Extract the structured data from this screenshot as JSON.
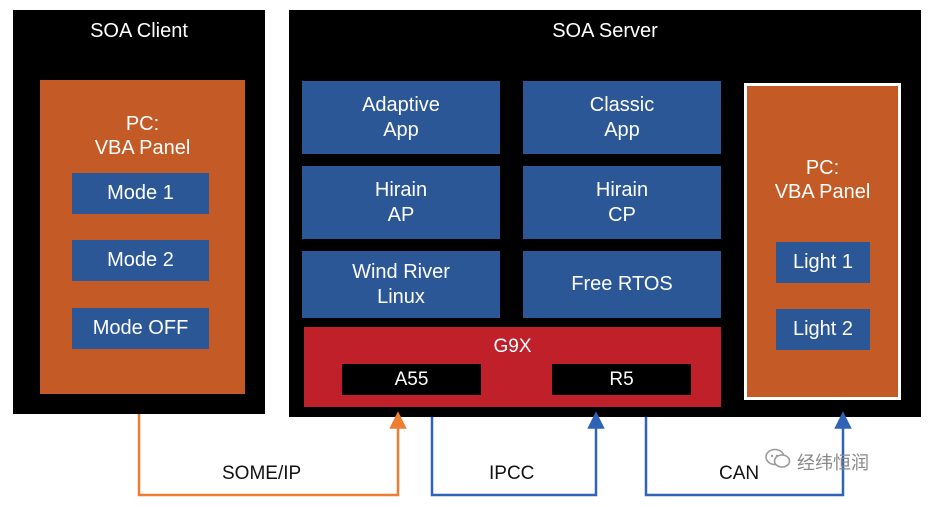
{
  "client": {
    "title": "SOA Client",
    "panel_title": "PC:\nVBA Panel",
    "buttons": [
      "Mode 1",
      "Mode 2",
      "Mode OFF"
    ]
  },
  "server": {
    "title": "SOA Server",
    "stack": {
      "adaptive_app": "Adaptive\nApp",
      "classic_app": "Classic\nApp",
      "hirain_ap": "Hirain\nAP",
      "hirain_cp": "Hirain\nCP",
      "linux": "Wind River\nLinux",
      "rtos": "Free RTOS"
    },
    "soc": {
      "name": "G9X",
      "core_a": "A55",
      "core_r": "R5"
    },
    "panel_title": "PC:\nVBA Panel",
    "lights": [
      "Light 1",
      "Light 2"
    ]
  },
  "links": {
    "someip": "SOME/IP",
    "ipcc": "IPCC",
    "can": "CAN"
  },
  "watermark": "经纬恒润",
  "colors": {
    "orange_link": "#ee7d31",
    "blue_link": "#2e63b8"
  }
}
